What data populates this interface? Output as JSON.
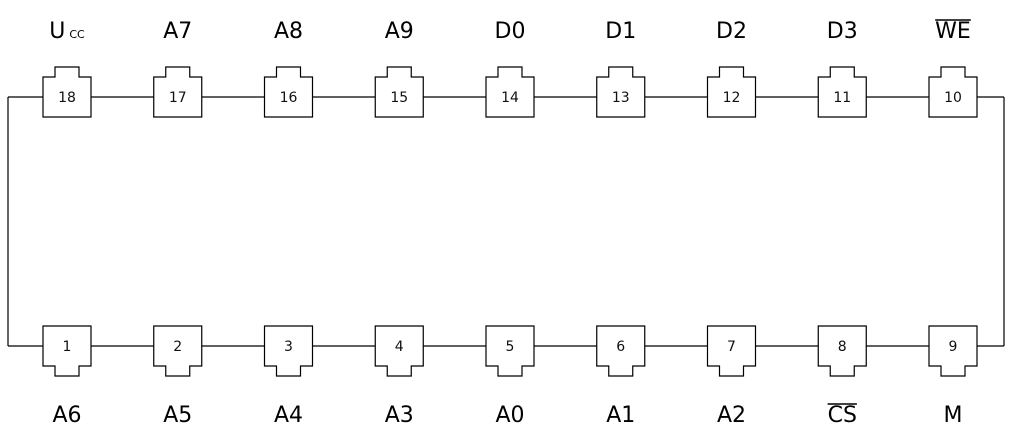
{
  "chip": {
    "top_pins": [
      {
        "number": "18",
        "label": "U",
        "sub": "CC",
        "overline": false
      },
      {
        "number": "17",
        "label": "A7",
        "overline": false
      },
      {
        "number": "16",
        "label": "A8",
        "overline": false
      },
      {
        "number": "15",
        "label": "A9",
        "overline": false
      },
      {
        "number": "14",
        "label": "D0",
        "overline": false
      },
      {
        "number": "13",
        "label": "D1",
        "overline": false
      },
      {
        "number": "12",
        "label": "D2",
        "overline": false
      },
      {
        "number": "11",
        "label": "D3",
        "overline": false
      },
      {
        "number": "10",
        "label": "WE",
        "overline": true
      }
    ],
    "bottom_pins": [
      {
        "number": "1",
        "label": "A6",
        "overline": false
      },
      {
        "number": "2",
        "label": "A5",
        "overline": false
      },
      {
        "number": "3",
        "label": "A4",
        "overline": false
      },
      {
        "number": "4",
        "label": "A3",
        "overline": false
      },
      {
        "number": "5",
        "label": "A0",
        "overline": false
      },
      {
        "number": "6",
        "label": "A1",
        "overline": false
      },
      {
        "number": "7",
        "label": "A2",
        "overline": false
      },
      {
        "number": "8",
        "label": "CS",
        "overline": true
      },
      {
        "number": "9",
        "label": "M",
        "overline": false
      }
    ]
  }
}
